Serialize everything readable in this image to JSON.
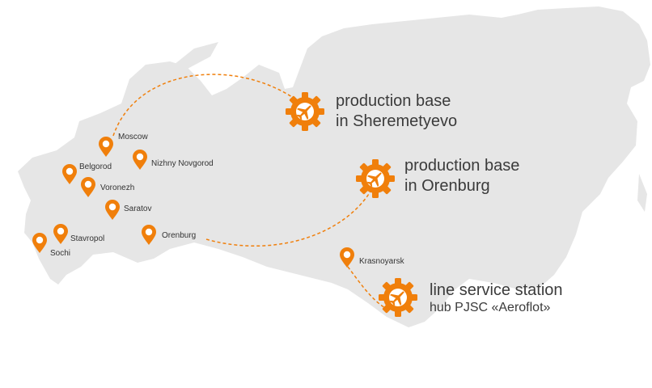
{
  "map": {
    "land_color": "#e6e6e6",
    "accent": "#f07f0b",
    "marker_icon": "map-pin-icon",
    "base_icon": "gear-airplane-icon"
  },
  "cities": [
    {
      "id": "moscow",
      "name": "Moscow"
    },
    {
      "id": "nizhny",
      "name": "Nizhny Novgorod"
    },
    {
      "id": "belgorod",
      "name": "Belgorod"
    },
    {
      "id": "voronezh",
      "name": "Voronezh"
    },
    {
      "id": "saratov",
      "name": "Saratov"
    },
    {
      "id": "orenburg",
      "name": "Orenburg"
    },
    {
      "id": "stavropol",
      "name": "Stavropol"
    },
    {
      "id": "sochi",
      "name": "Sochi"
    },
    {
      "id": "krasnoyarsk",
      "name": "Krasnoyarsk"
    }
  ],
  "bases": {
    "sheremetyevo": {
      "line1": "production base",
      "line2": "in Sheremetyevo"
    },
    "orenburg": {
      "line1": "production base",
      "line2": "in Orenburg"
    },
    "line_station": {
      "line1": "line service station",
      "line2": "hub PJSC «Aeroflot»"
    }
  }
}
